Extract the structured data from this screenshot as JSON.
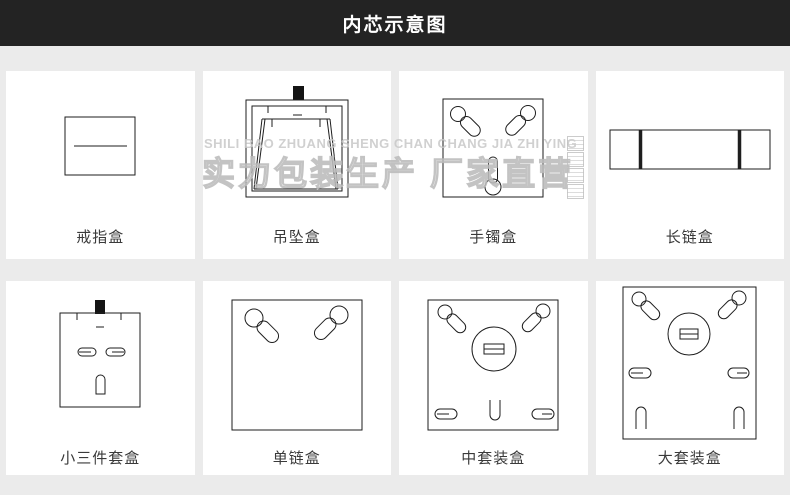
{
  "header": {
    "title": "内芯示意图",
    "bg_color": "#232323",
    "text_color": "#ffffff"
  },
  "watermark": {
    "pinyin": "SHILI BAO ZHUANG SHENG CHAN CHANG JIA ZHI YING",
    "text": "实力包装生产 厂家直营"
  },
  "panels": [
    {
      "label": "戒指盒",
      "drawing": "ring-box"
    },
    {
      "label": "吊坠盒",
      "drawing": "pendant-box"
    },
    {
      "label": "手镯盒",
      "drawing": "bracelet-box"
    },
    {
      "label": "长链盒",
      "drawing": "long-chain-box"
    },
    {
      "label": "小三件套盒",
      "drawing": "small-three-piece-box"
    },
    {
      "label": "单链盒",
      "drawing": "single-chain-box"
    },
    {
      "label": "中套装盒",
      "drawing": "medium-set-box"
    },
    {
      "label": "大套装盒",
      "drawing": "large-set-box"
    }
  ],
  "colors": {
    "page_bg": "#ebebeb",
    "panel_bg": "#ffffff",
    "line_art": "#1e1e1e",
    "watermark": "#c8c8c8",
    "label_text": "#3a3a3a"
  }
}
